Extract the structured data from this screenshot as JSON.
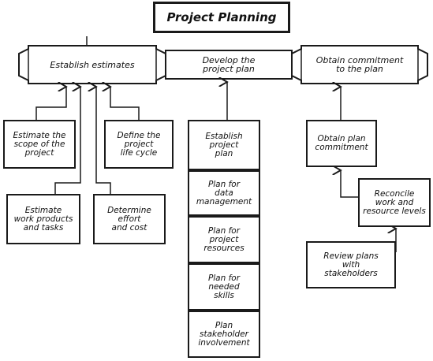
{
  "title": "Project Planning",
  "phases": [
    {
      "label": "Establish estimates"
    },
    {
      "label": "Develop the\nproject plan"
    },
    {
      "label": "Obtain commitment\nto the plan"
    }
  ],
  "estimate_tasks": [
    {
      "label": "Estimate the\nscope of the\nproject"
    },
    {
      "label": "Define the\nproject\nlife cycle"
    },
    {
      "label": "Estimate\nwork products\nand tasks"
    },
    {
      "label": "Determine\neffort\nand cost"
    }
  ],
  "plan_tasks": [
    {
      "label": "Establish\nproject\nplan"
    },
    {
      "label": "Plan for\ndata\nmanagement"
    },
    {
      "label": "Plan for\nproject\nresources"
    },
    {
      "label": "Plan for\nneeded\nskills"
    },
    {
      "label": "Plan\nstakeholder\ninvolvement"
    }
  ],
  "commit_tasks": [
    {
      "label": "Obtain plan\ncommitment"
    },
    {
      "label": "Reconcile\nwork and\nresource levels"
    },
    {
      "label": "Review plans\nwith\nstakeholders"
    }
  ]
}
